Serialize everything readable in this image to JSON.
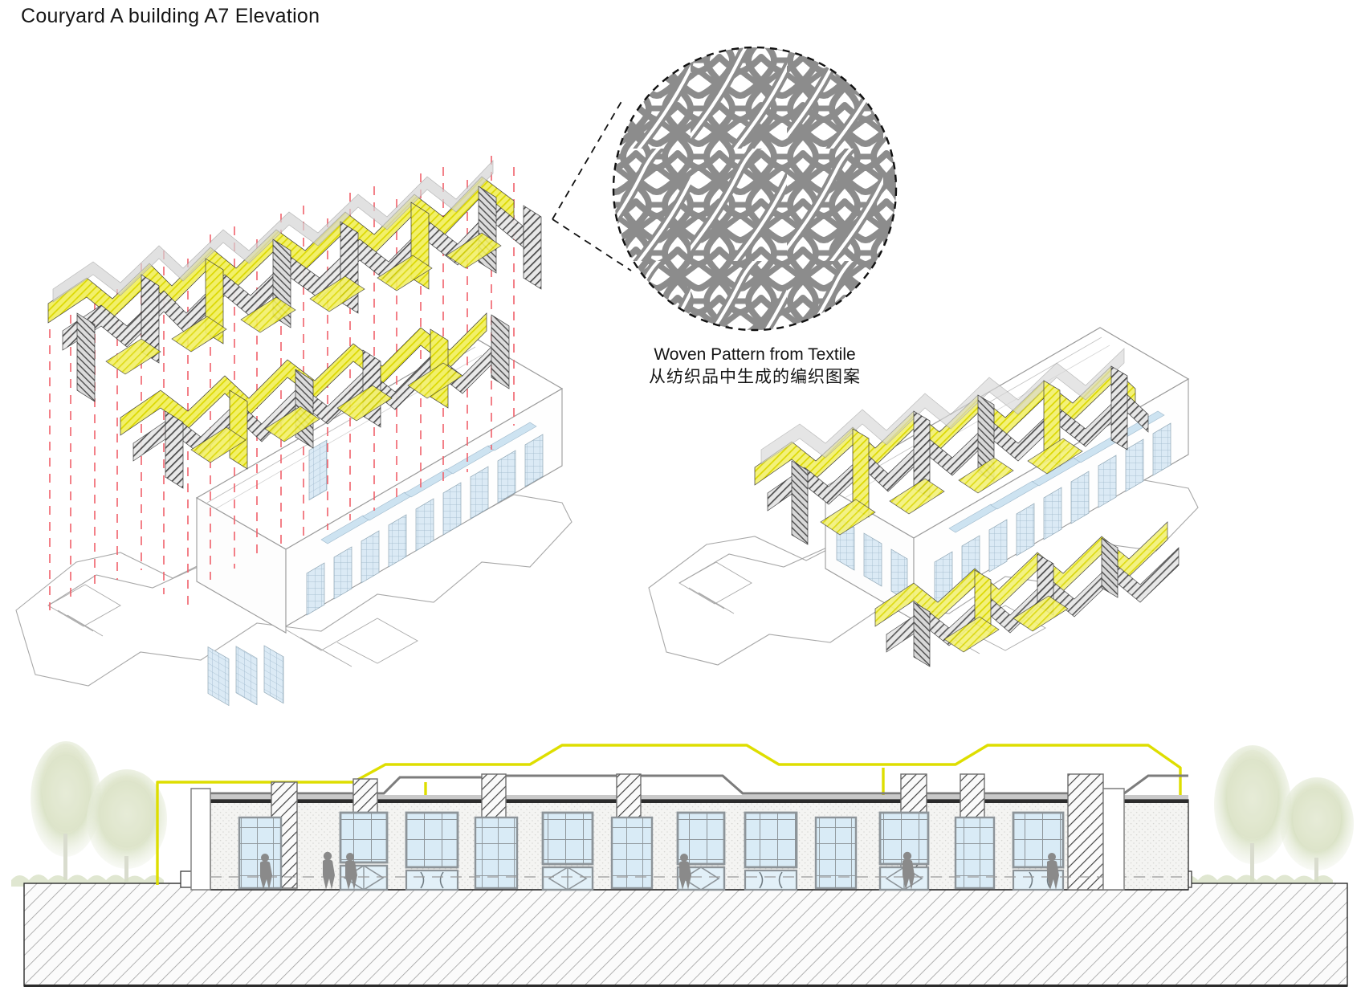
{
  "title": "Couryard A building A7 Elevation",
  "callout": {
    "caption_en": "Woven Pattern from Textile",
    "caption_zh": "从纺织品中生成的编织图案",
    "pattern_name": "woven-knit-texture",
    "border_style": "dashed-circle",
    "pattern_color": "#8c8c8c",
    "ground_color": "#ffffff"
  },
  "panels": {
    "exploded": {
      "name": "Exploded axonometric",
      "ribbon_yellow": "#e9e812",
      "ribbon_grey": "#5d5d5d",
      "ribbon_light_grey": "#b4b4b4",
      "projection_line_color": "#f0606a",
      "building_outline": "#9a9a9a",
      "glazing_color": "#cfe4f2"
    },
    "assembled": {
      "name": "Assembled axonometric",
      "ribbon_yellow": "#e9e812",
      "ribbon_grey": "#5d5d5d",
      "building_outline": "#9a9a9a",
      "glazing_color": "#cfe4f2"
    },
    "elevation": {
      "name": "Building elevation",
      "roofline_color": "#dede00",
      "wall_color": "#f3f3f1",
      "glazing_color": "#d6e9f5",
      "mullion_color": "#8d9499",
      "hatch_color": "#4a4a4a",
      "ground_hatch_color": "#808080",
      "tree_color": "#cdd5b4",
      "figure_color": "#8a8a8a",
      "bay_count": 11,
      "figure_count": 6,
      "tree_count": 4
    }
  },
  "colors": {
    "accent_yellow": "#dede00",
    "dark_grey": "#5d5d5d",
    "red_dashed": "#f0606a",
    "glazing_blue": "#d6e9f5",
    "paper": "#ffffff"
  }
}
